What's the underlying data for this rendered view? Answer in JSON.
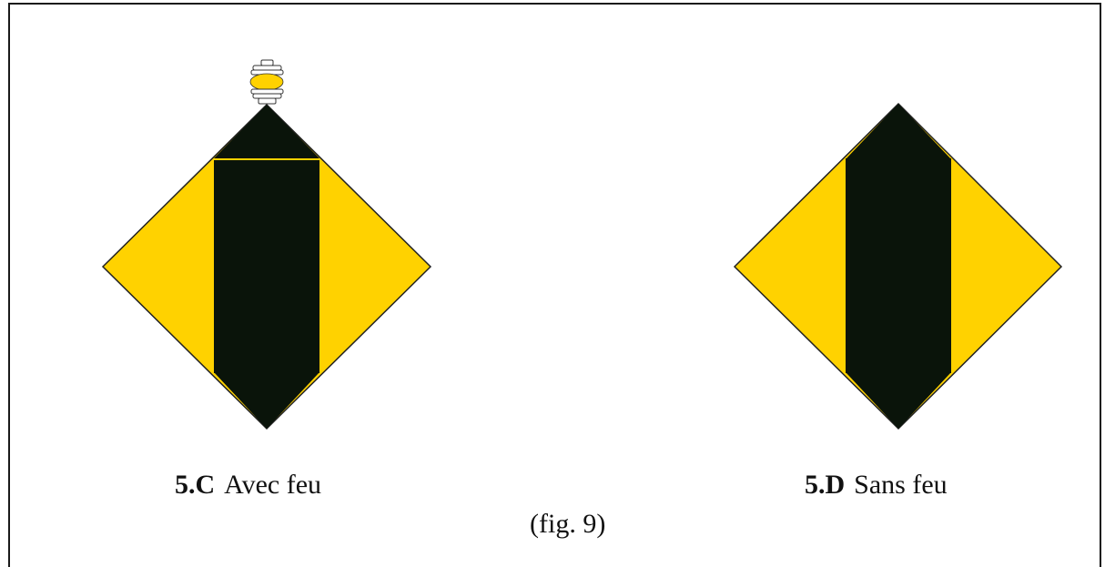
{
  "signs": [
    {
      "code": "5.C",
      "caption": "Avec feu",
      "has_light": true
    },
    {
      "code": "5.D",
      "caption": "Sans feu",
      "has_light": false
    }
  ],
  "figure_label": "(fig. 9)",
  "colors": {
    "yellow": "#FFD200",
    "black": "#0A140A",
    "outline": "#222222",
    "light": "#FFD200"
  }
}
